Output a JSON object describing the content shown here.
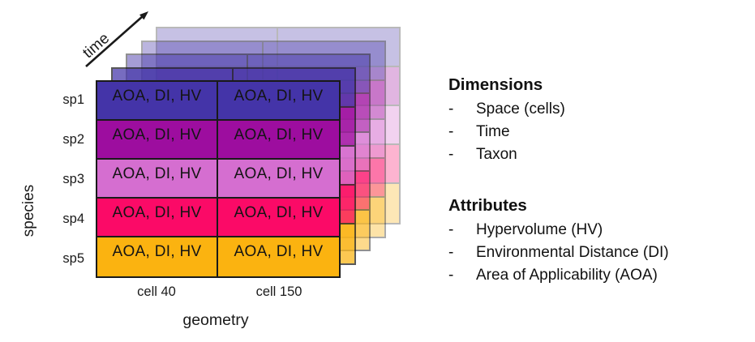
{
  "cube": {
    "time_axis_label": "time",
    "species_axis_label": "species",
    "geometry_axis_label": "geometry",
    "cell_label": "AOA, DI, HV",
    "species_rows": [
      {
        "label": "sp1",
        "color": "#4434A8"
      },
      {
        "label": "sp2",
        "color": "#9D0D9F"
      },
      {
        "label": "sp3",
        "color": "#D56ED0"
      },
      {
        "label": "sp4",
        "color": "#FB0A67"
      },
      {
        "label": "sp5",
        "color": "#FBB310"
      }
    ],
    "geometry_columns": [
      "cell 40",
      "cell 150"
    ],
    "time_layers": 5,
    "layer_opacities_front_to_back": [
      1,
      0.72,
      0.48,
      0.36,
      0.3
    ],
    "border_color": "#1A1A1A"
  },
  "legend": {
    "bullet": "-",
    "sections": [
      {
        "title": "Dimensions",
        "items": [
          "Space (cells)",
          "Time",
          "Taxon"
        ]
      },
      {
        "title": "Attributes",
        "items": [
          "Hypervolume (HV)",
          "Environmental Distance (DI)",
          "Area of Applicability (AOA)"
        ]
      }
    ]
  }
}
